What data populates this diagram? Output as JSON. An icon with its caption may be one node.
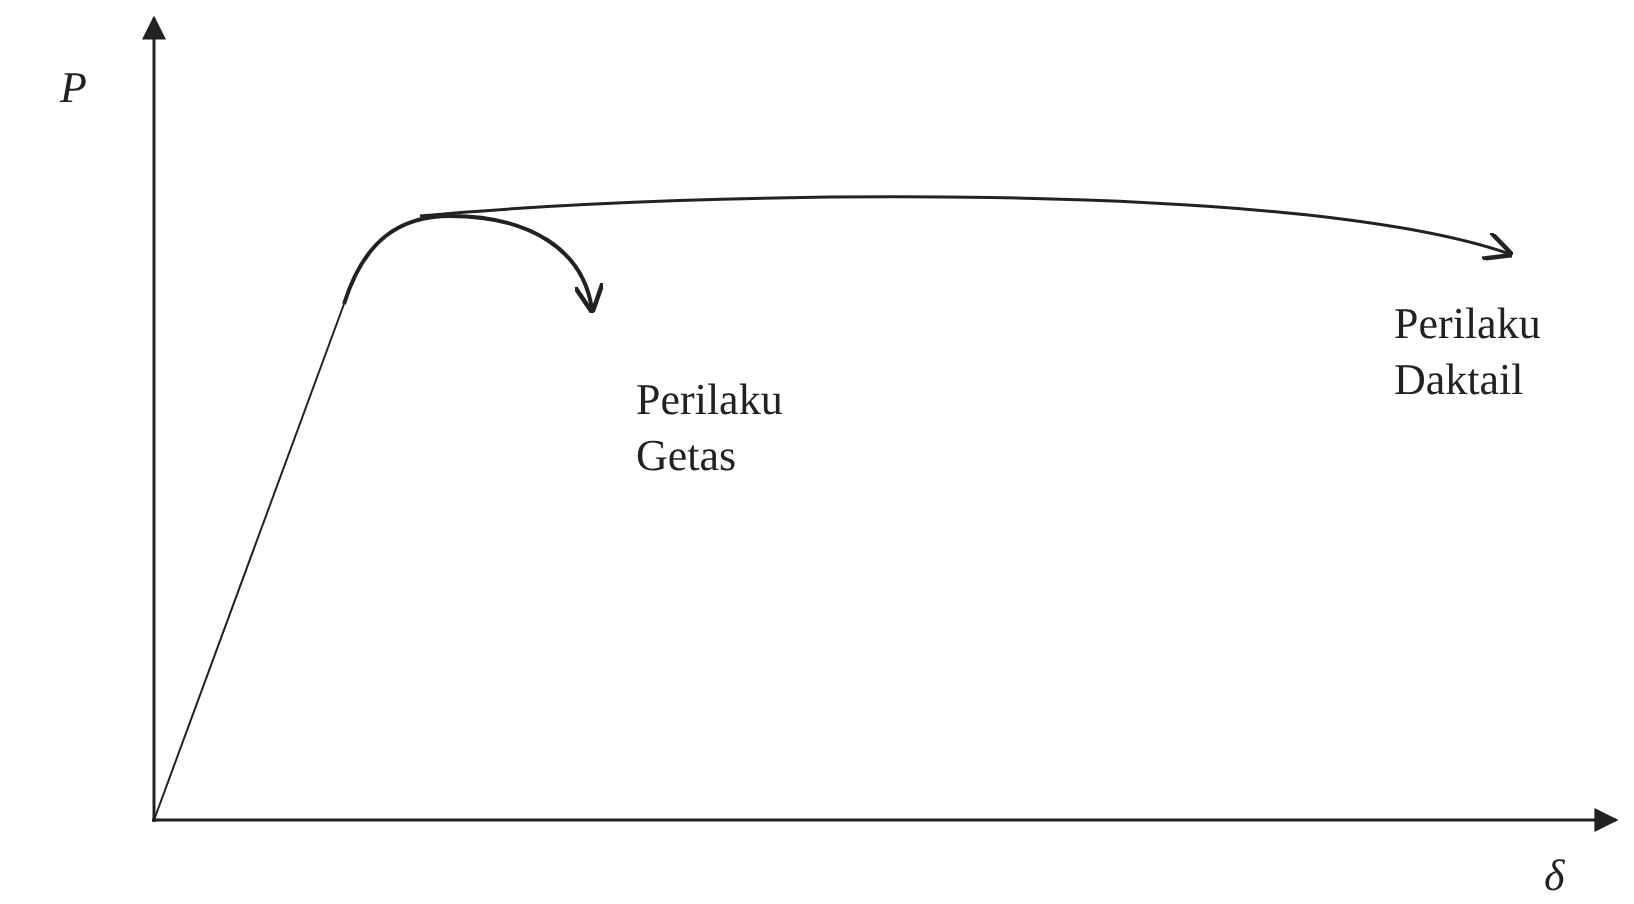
{
  "diagram": {
    "labels": [
      "P",
      "Perilaku Getas",
      "Perilaku Daktail",
      "δ"
    ]
  }
}
